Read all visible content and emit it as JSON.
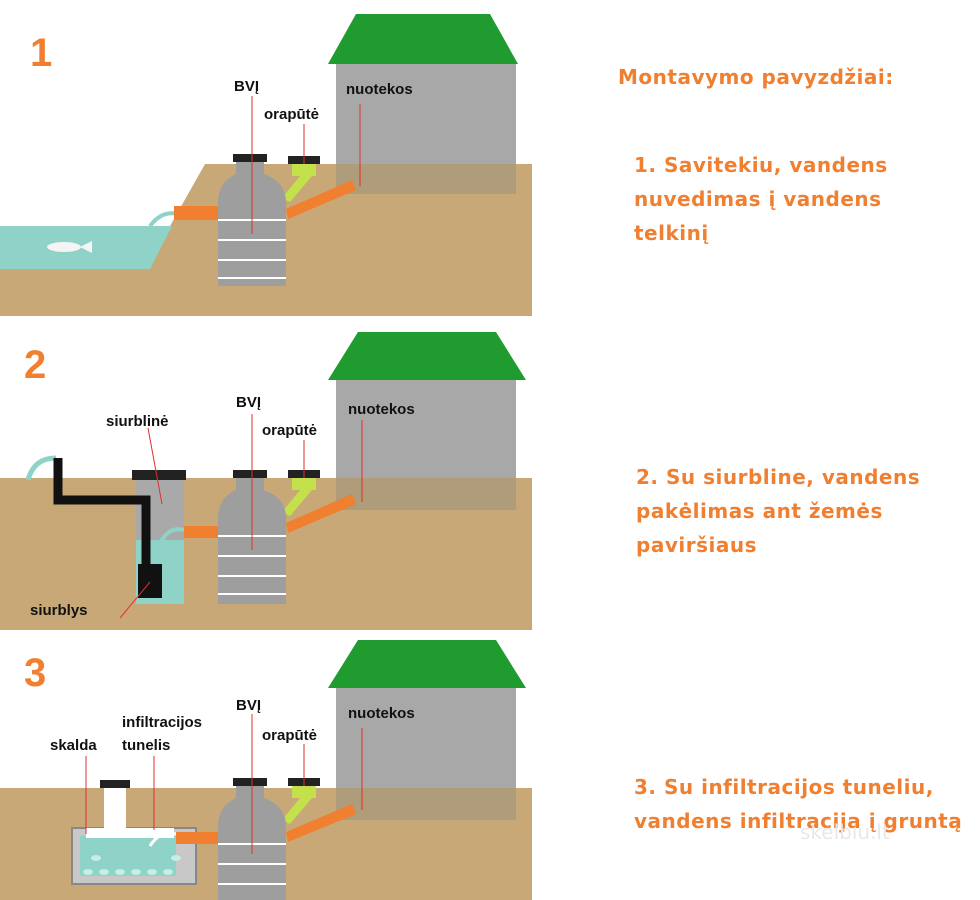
{
  "heading": "Montavymo pavyzdžiai:",
  "panels": [
    {
      "number": "1",
      "labels": {
        "bvi": "BVĮ",
        "orapute": "orapūtė",
        "nuotekos": "nuotekos"
      },
      "description": "1. Savitekiu, vandens nuvedimas į vandens telkinį"
    },
    {
      "number": "2",
      "labels": {
        "bvi": "BVĮ",
        "orapute": "orapūtė",
        "nuotekos": "nuotekos",
        "siurbline": "siurblinė",
        "siurblys": "siurblys"
      },
      "description": "2. Su siurbline, vandens pakėlimas ant žemės paviršiaus"
    },
    {
      "number": "3",
      "labels": {
        "bvi": "BVĮ",
        "orapute": "orapūtė",
        "nuotekos": "nuotekos",
        "infiltracijos": "infiltracijos",
        "tunelis": "tunelis",
        "skalda": "skalda"
      },
      "description": "3. Su infiltracijos tuneliu, vandens infiltracija į gruntą"
    }
  ],
  "colors": {
    "accent_orange": "#f07f30",
    "soil": "#c9a878",
    "house_wall": "#a8a8a8",
    "roof": "#1f9b2f",
    "water": "#8fd3c8",
    "blower": "#c4e04a"
  },
  "watermark": "skelbiu.lt"
}
